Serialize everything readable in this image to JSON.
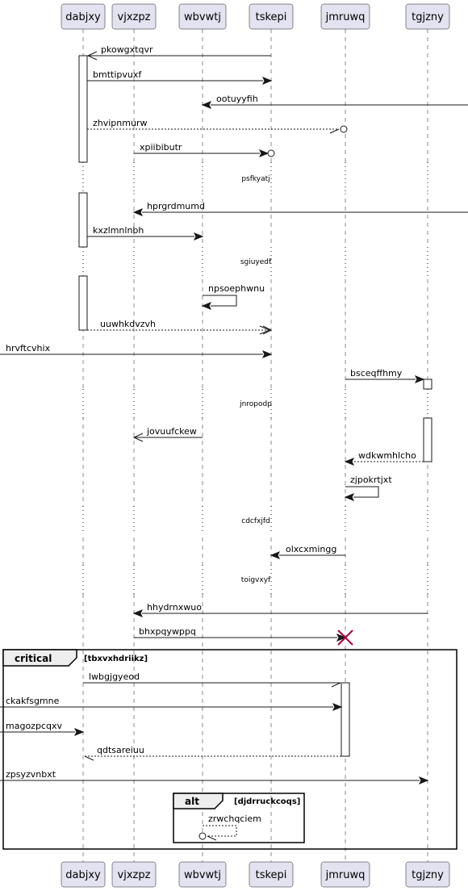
{
  "participants": [
    "dabjxy",
    "vjxzpz",
    "wbvwtj",
    "tskepi",
    "jmruwq",
    "tgjzny"
  ],
  "messages": [
    {
      "label": "pkowgxtqvr",
      "from": "tskepi",
      "to": "dabjxy",
      "style": "solid",
      "head": "open"
    },
    {
      "label": "bmttipvuxf",
      "from": "dabjxy",
      "to": "tskepi",
      "style": "solid",
      "head": "filled"
    },
    {
      "label": "ootuyyfih",
      "from": "[right]",
      "to": "wbvwtj",
      "style": "solid",
      "head": "filled"
    },
    {
      "label": "zhvipnmurw",
      "from": "dabjxy",
      "to": "jmruwq",
      "style": "dashed",
      "head": "lost"
    },
    {
      "label": "xpiibibutr",
      "from": "vjxzpz",
      "to": "tskepi",
      "style": "solid",
      "head": "filled-circle"
    },
    {
      "label": "hprgrdmumd",
      "from": "[right]",
      "to": "vjxzpz",
      "style": "solid",
      "head": "filled"
    },
    {
      "label": "kxzlmnlnbh",
      "from": "dabjxy",
      "to": "wbvwtj",
      "style": "solid",
      "head": "filled"
    },
    {
      "label": "npsoephwnu",
      "from": "wbvwtj",
      "to": "wbvwtj",
      "style": "solid",
      "head": "filled"
    },
    {
      "label": "uuwhkdvzvh",
      "from": "dabjxy",
      "to": "tskepi",
      "style": "dashed",
      "head": "open-double"
    },
    {
      "label": "hrvftcvhix",
      "from": "[left]",
      "to": "tskepi",
      "style": "solid",
      "head": "filled"
    },
    {
      "label": "bsceqffhmy",
      "from": "jmruwq",
      "to": "tgjzny",
      "style": "solid",
      "head": "filled"
    },
    {
      "label": "jovuufckew",
      "from": "wbvwtj",
      "to": "vjxzpz",
      "style": "solid",
      "head": "open"
    },
    {
      "label": "wdkwmhlcho",
      "from": "tgjzny",
      "to": "jmruwq",
      "style": "dashed",
      "head": "filled"
    },
    {
      "label": "zjpokrtjxt",
      "from": "jmruwq",
      "to": "jmruwq",
      "style": "solid",
      "head": "filled"
    },
    {
      "label": "olxcxmingg",
      "from": "jmruwq",
      "to": "tskepi",
      "style": "solid",
      "head": "filled"
    },
    {
      "label": "hhydrnxwuo",
      "from": "tgjzny",
      "to": "vjxzpz",
      "style": "solid",
      "head": "filled"
    },
    {
      "label": "bhxpqywppq",
      "from": "vjxzpz",
      "to": "jmruwq",
      "style": "solid",
      "head": "destroy"
    },
    {
      "label": "lwbgjgyeod",
      "from": "dabjxy",
      "to": "jmruwq",
      "style": "solid",
      "head": "half"
    },
    {
      "label": "ckakfsgmne",
      "from": "[left]",
      "to": "jmruwq",
      "style": "solid",
      "head": "filled"
    },
    {
      "label": "magozpcqxv",
      "from": "[left]",
      "to": "dabjxy",
      "style": "solid",
      "head": "filled"
    },
    {
      "label": "qdtsareiuu",
      "from": "jmruwq",
      "to": "dabjxy",
      "style": "dashed",
      "head": "half"
    },
    {
      "label": "zpsyzvnbxt",
      "from": "[left]",
      "to": "tgjzny",
      "style": "solid",
      "head": "filled"
    },
    {
      "label": "zrwchqciem",
      "from": "wbvwtj",
      "to": "wbvwtj",
      "style": "dashed",
      "head": "circle-open"
    }
  ],
  "dividers": [
    "psfkyatj",
    "sgiuyedf",
    "jnropodp",
    "cdcfxjfd",
    "toigvxyf"
  ],
  "fragments": [
    {
      "kind": "critical",
      "guard": "[tbxvxhdriikz]"
    },
    {
      "kind": "alt",
      "guard": "[djdrruckcoqs]"
    }
  ]
}
